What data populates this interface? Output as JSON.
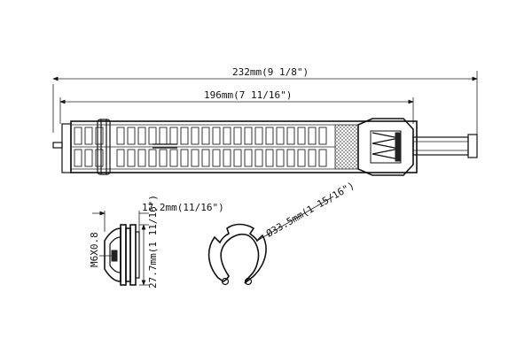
{
  "dimensions": {
    "overall_length": "232mm(9 1/8\")",
    "body_length": "196mm(7 11/16\")",
    "fitting_length": "17.2mm(11/16\")",
    "fitting_diameter": "27.7mm(1 11/16\")",
    "thread": "M6X0.8",
    "clip_diameter": "Ø33.5mm(1 15/16\")"
  }
}
